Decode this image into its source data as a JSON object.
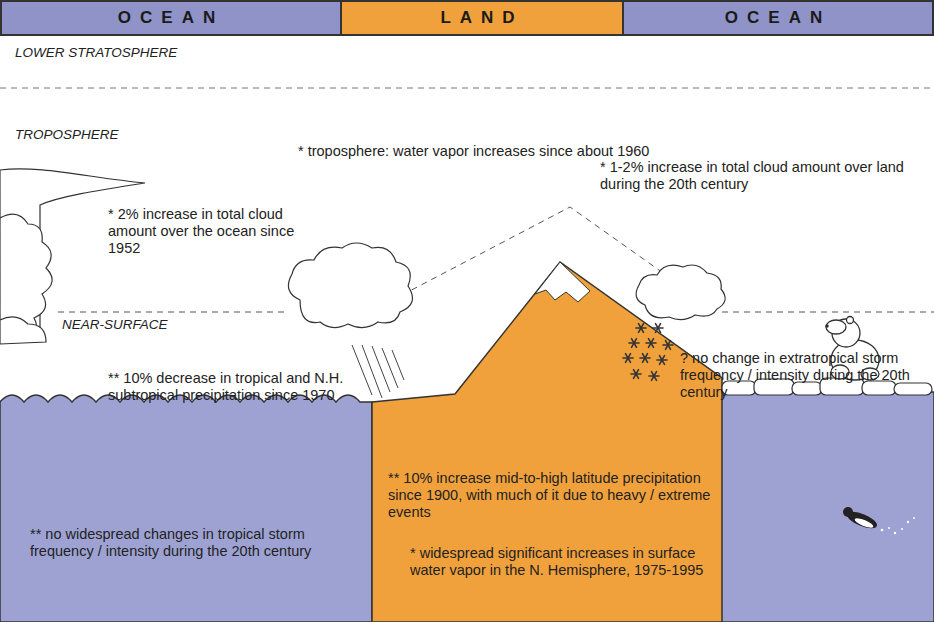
{
  "diagram": {
    "nodes": [
      {
        "text": [
          "OCEAN"
        ]
      },
      {
        "text": [
          "LAND"
        ]
      },
      {
        "text": [
          "OCEAN"
        ]
      },
      {
        "text": [
          "** no widespread changes in tropical storm frequency / intensity during the 20th century"
        ]
      },
      {
        "text": [
          "** 10% increase mid-to-high latitude precipitation since 1900, with much of it due to heavy / extreme events",
          "* widespread significant increases in surface water vapor in the N. Hemisphere, 1975-1995"
        ]
      }
    ],
    "edges": [],
    "labels": [
      "LOWER STRATOSPHERE",
      "TROPOSPHERE",
      "* troposphere: water vapor increases since about 1960",
      "* 1-2% increase in total cloud amount over land during the 20th century",
      "* 2% increase in total cloud amount over the ocean since 1952",
      "NEAR-SURFACE",
      "** 10% decrease in tropical and N.H. subtropical precipitation since 1970",
      "? no change in extratropical storm frequency / intensity during the 20th century"
    ]
  }
}
